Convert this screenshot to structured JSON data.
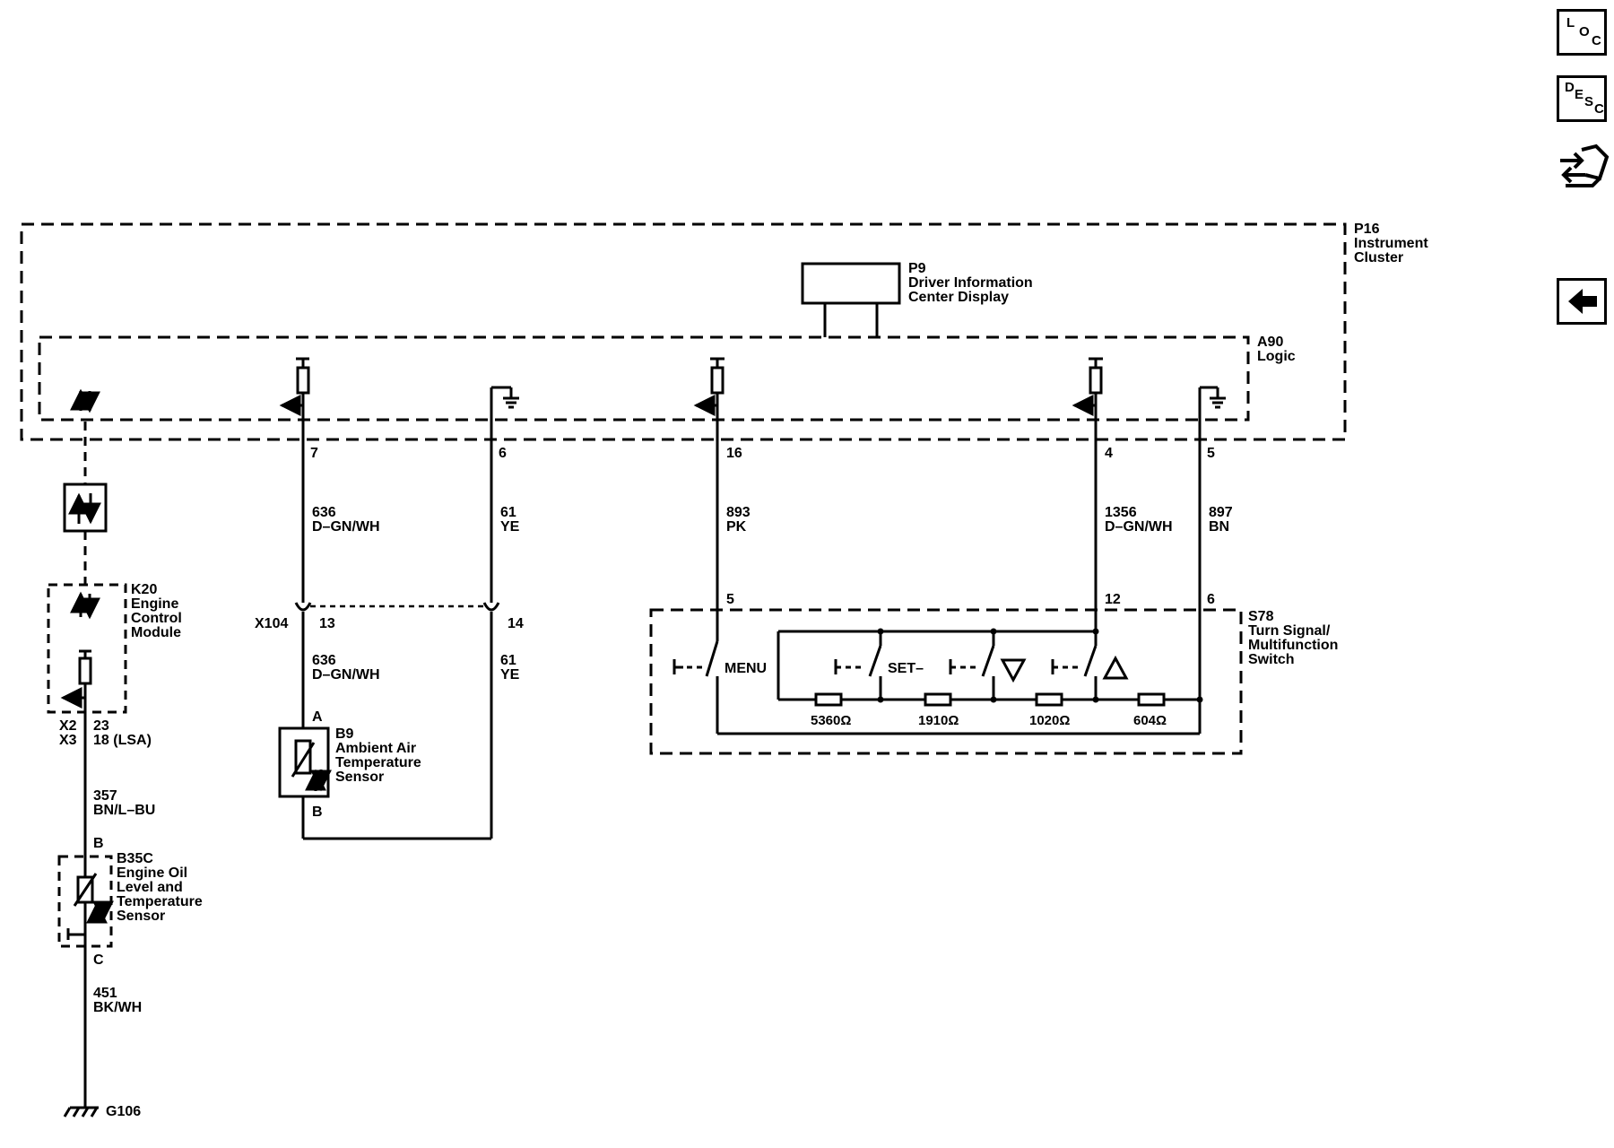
{
  "nav": {
    "loc": {
      "l1": "L",
      "l2": "O",
      "l3": "C"
    },
    "desc": {
      "l1": "D",
      "l2": "E",
      "l3": "S",
      "l4": "C"
    }
  },
  "modules": {
    "p16": {
      "id": "P16",
      "line1": "Instrument",
      "line2": "Cluster"
    },
    "p9": {
      "id": "P9",
      "line1": "Driver Information",
      "line2": "Center Display"
    },
    "a90": {
      "id": "A90",
      "line1": "Logic"
    },
    "k20": {
      "id": "K20",
      "line1": "Engine",
      "line2": "Control",
      "line3": "Module"
    },
    "b9": {
      "id": "B9",
      "line1": "Ambient Air",
      "line2": "Temperature",
      "line3": "Sensor"
    },
    "b35c": {
      "id": "B35C",
      "line1": "Engine Oil",
      "line2": "Level and",
      "line3": "Temperature",
      "line4": "Sensor"
    },
    "s78": {
      "id": "S78",
      "line1": "Turn Signal/",
      "line2": "Multifunction",
      "line3": "Switch"
    }
  },
  "pins": {
    "p16_7": "7",
    "p16_6": "6",
    "p16_16": "16",
    "p16_4": "4",
    "p16_5": "5",
    "x104_13": "13",
    "x104_14": "14",
    "s78_5": "5",
    "s78_12": "12",
    "s78_6": "6",
    "b9_a": "A",
    "b9_b": "B",
    "k20_x2": "23",
    "k20_x3": "18 (LSA)",
    "b35c_b": "B",
    "b35c_c": "C"
  },
  "connectors": {
    "x104": "X104",
    "x2": "X2",
    "x3": "X3"
  },
  "wires": {
    "w636_top": {
      "circuit": "636",
      "color": "D–GN/WH"
    },
    "w61_top": {
      "circuit": "61",
      "color": "YE"
    },
    "w893": {
      "circuit": "893",
      "color": "PK"
    },
    "w1356": {
      "circuit": "1356",
      "color": "D–GN/WH"
    },
    "w897": {
      "circuit": "897",
      "color": "BN"
    },
    "w636_bot": {
      "circuit": "636",
      "color": "D–GN/WH"
    },
    "w61_bot": {
      "circuit": "61",
      "color": "YE"
    },
    "w357": {
      "circuit": "357",
      "color": "BN/L–BU"
    },
    "w451": {
      "circuit": "451",
      "color": "BK/WH"
    }
  },
  "switch": {
    "menu": "MENU",
    "set": "SET–"
  },
  "resistors": {
    "r1": "5360Ω",
    "r2": "1910Ω",
    "r3": "1020Ω",
    "r4": "604Ω"
  },
  "ground": {
    "id": "G106"
  }
}
